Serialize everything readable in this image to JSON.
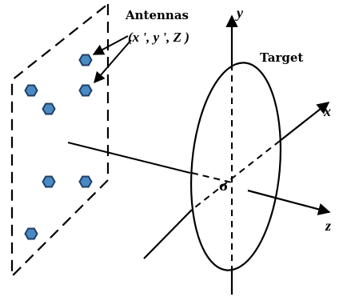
{
  "labels": {
    "antennas": "Antennas",
    "coord": "(x ', y ', Z )",
    "target": "Target",
    "axis_x": "x",
    "axis_y": "y",
    "axis_z": "z",
    "origin": "o"
  },
  "colors": {
    "antenna_fill": "#4a8ac4",
    "antenna_stroke": "#1f3f66",
    "line": "#000000"
  },
  "antennas": [
    {
      "id": "a1"
    },
    {
      "id": "a2"
    },
    {
      "id": "a3"
    },
    {
      "id": "a4"
    },
    {
      "id": "a5"
    },
    {
      "id": "a6"
    },
    {
      "id": "a7"
    }
  ]
}
